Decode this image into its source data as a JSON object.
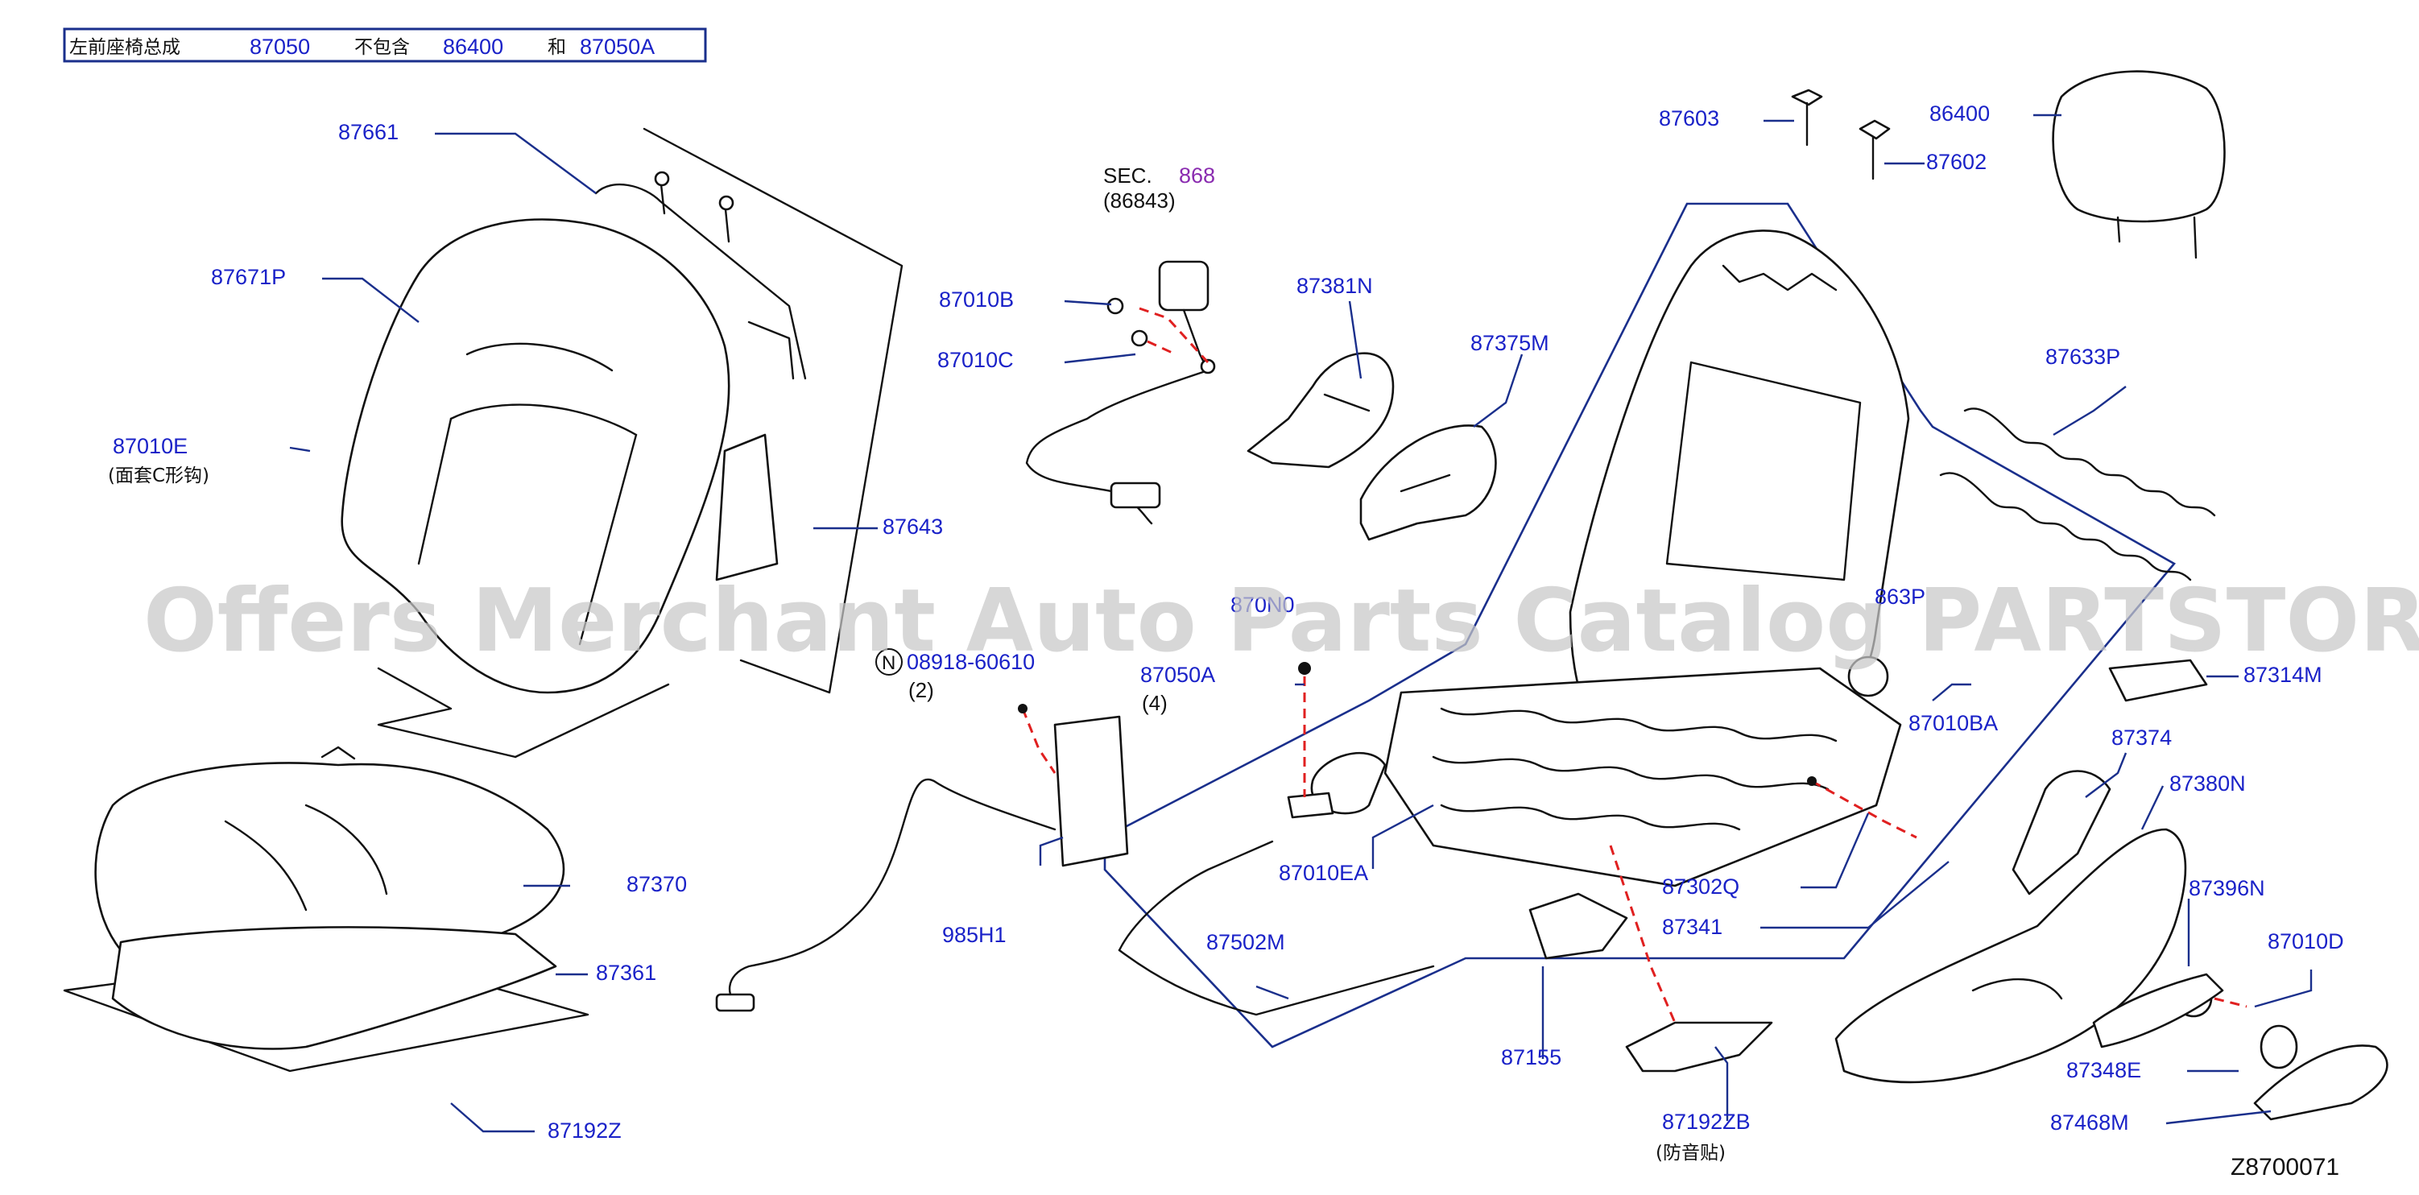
{
  "header": {
    "title_cn": "左前座椅总成",
    "code1": "87050",
    "exclude_cn": "不包含",
    "code2": "86400",
    "and_cn": "和",
    "code3": "87050A"
  },
  "callouts": {
    "p87661": "87661",
    "p87671P": "87671P",
    "p87010E": "87010E",
    "p87010E_note": "(面套C形钩)",
    "p87643": "87643",
    "p87370": "87370",
    "p87361": "87361",
    "p87192Z": "87192Z",
    "sec_label": "SEC.",
    "sec_num": "868",
    "sec_sub": "(86843)",
    "p87010B": "87010B",
    "p87010C": "87010C",
    "p87381N": "87381N",
    "p87375M": "87375M",
    "p87603": "87603",
    "p87602": "87602",
    "p86400": "86400",
    "p87633P": "87633P",
    "p08918": "08918-60610",
    "p08918_qty": "(2)",
    "n_symbol": "N",
    "p87050A": "87050A",
    "p87050A_qty": "(4)",
    "p985H1": "985H1",
    "p87010EA": "87010EA",
    "p87502M": "87502M",
    "p87155": "87155",
    "p87192ZB": "87192ZB",
    "p87192ZB_note": "(防音贴)",
    "p87010BA": "87010BA",
    "p87302Q": "87302Q",
    "p87341": "87341",
    "p87374": "87374",
    "p87380N": "87380N",
    "p87396N": "87396N",
    "p87010D": "87010D",
    "p87348E": "87348E",
    "p87468M": "87468M",
    "p87314M": "87314M",
    "p870N0": "870N0",
    "p863P": "863P"
  },
  "watermark": "Offers Merchant Auto Parts Catalog PARTSTORE.SA",
  "diagram_code": "Z8700071"
}
